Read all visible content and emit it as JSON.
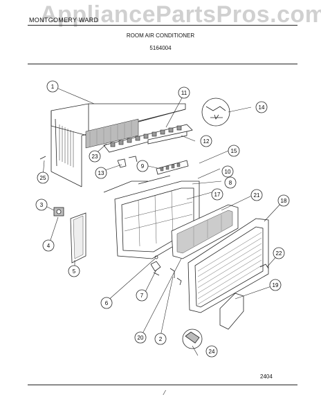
{
  "header": {
    "brand": "MONTGOMERY WARD",
    "watermark": "AppliancePartsPros.com",
    "title": "ROOM AIR CONDITIONER",
    "model": "5164004"
  },
  "footer": {
    "code": "2404",
    "mark": "/"
  },
  "callouts": [
    {
      "id": "1",
      "label": "1"
    },
    {
      "id": "2",
      "label": "2"
    },
    {
      "id": "3",
      "label": "3"
    },
    {
      "id": "4",
      "label": "4"
    },
    {
      "id": "5",
      "label": "5"
    },
    {
      "id": "6",
      "label": "6"
    },
    {
      "id": "7",
      "label": "7"
    },
    {
      "id": "8",
      "label": "8"
    },
    {
      "id": "9",
      "label": "9"
    },
    {
      "id": "10",
      "label": "10"
    },
    {
      "id": "11",
      "label": "11"
    },
    {
      "id": "12",
      "label": "12"
    },
    {
      "id": "13",
      "label": "13"
    },
    {
      "id": "14",
      "label": "14"
    },
    {
      "id": "15",
      "label": "15"
    },
    {
      "id": "17",
      "label": "17"
    },
    {
      "id": "18",
      "label": "18"
    },
    {
      "id": "19",
      "label": "19"
    },
    {
      "id": "20",
      "label": "20"
    },
    {
      "id": "21",
      "label": "21"
    },
    {
      "id": "22",
      "label": "22"
    },
    {
      "id": "23",
      "label": "23"
    },
    {
      "id": "24",
      "label": "24"
    },
    {
      "id": "25",
      "label": "25"
    }
  ]
}
